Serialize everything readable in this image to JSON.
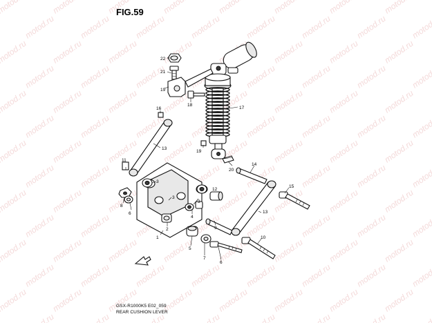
{
  "figure": {
    "title": "FIG.59",
    "code": "GSX-R1000K5 E02_059",
    "name": "REAR CUSHION LEVER"
  },
  "watermark": {
    "text": "motod.ru",
    "color": "#f4dada"
  },
  "callouts": [
    {
      "id": "c1",
      "label": "1"
    },
    {
      "id": "c2",
      "label": "2"
    },
    {
      "id": "c3a",
      "label": "3"
    },
    {
      "id": "c3b",
      "label": "3"
    },
    {
      "id": "c4",
      "label": "4"
    },
    {
      "id": "c5",
      "label": "5"
    },
    {
      "id": "c6a",
      "label": "6"
    },
    {
      "id": "c6b",
      "label": "6"
    },
    {
      "id": "c7",
      "label": "7"
    },
    {
      "id": "c8",
      "label": "8"
    },
    {
      "id": "c9",
      "label": "9"
    },
    {
      "id": "c10",
      "label": "10"
    },
    {
      "id": "c11",
      "label": "11"
    },
    {
      "id": "c12",
      "label": "12"
    },
    {
      "id": "c13a",
      "label": "13"
    },
    {
      "id": "c13b",
      "label": "13"
    },
    {
      "id": "c14",
      "label": "14"
    },
    {
      "id": "c15",
      "label": "15"
    },
    {
      "id": "c16",
      "label": "16"
    },
    {
      "id": "c17",
      "label": "17"
    },
    {
      "id": "c18",
      "label": "18"
    },
    {
      "id": "c19a",
      "label": "19"
    },
    {
      "id": "c19b",
      "label": "19"
    },
    {
      "id": "c20",
      "label": "20"
    },
    {
      "id": "c21",
      "label": "21"
    },
    {
      "id": "c22",
      "label": "22"
    }
  ]
}
